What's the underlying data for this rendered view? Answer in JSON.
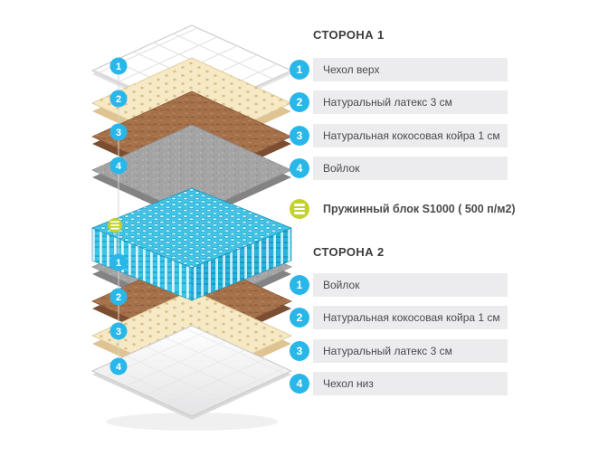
{
  "colors": {
    "accent_cyan": "#29b7ea",
    "accent_lime": "#c3d229",
    "bar_bg": "#ececee",
    "text": "#4a4a4a",
    "title": "#3c3c3c"
  },
  "legend": {
    "side1": {
      "title": "СТОРОНА 1",
      "items": [
        {
          "num": "1",
          "label": "Чехол верх"
        },
        {
          "num": "2",
          "label": "Натуральный латекс 3 см"
        },
        {
          "num": "3",
          "label": "Натуральная кокосовая койра 1 см"
        },
        {
          "num": "4",
          "label": "Войлок"
        }
      ]
    },
    "spring": {
      "label": "Пружинный блок S1000 ( 500 п/м2)",
      "icon": "spring-icon"
    },
    "side2": {
      "title": "СТОРОНА 2",
      "items": [
        {
          "num": "1",
          "label": "Войлок"
        },
        {
          "num": "2",
          "label": "Натуральная кокосовая койра 1 см"
        },
        {
          "num": "3",
          "label": "Натуральный латекс 3 см"
        },
        {
          "num": "4",
          "label": "Чехол низ"
        }
      ]
    }
  },
  "diagram": {
    "layers": [
      {
        "num": "1",
        "material": "cover-top"
      },
      {
        "num": "2",
        "material": "latex"
      },
      {
        "num": "3",
        "material": "coconut-coir"
      },
      {
        "num": "4",
        "material": "felt"
      },
      {
        "num": "",
        "material": "spring-block"
      },
      {
        "num": "1",
        "material": "felt"
      },
      {
        "num": "2",
        "material": "coconut-coir"
      },
      {
        "num": "3",
        "material": "latex"
      },
      {
        "num": "4",
        "material": "cover-bottom"
      }
    ]
  }
}
